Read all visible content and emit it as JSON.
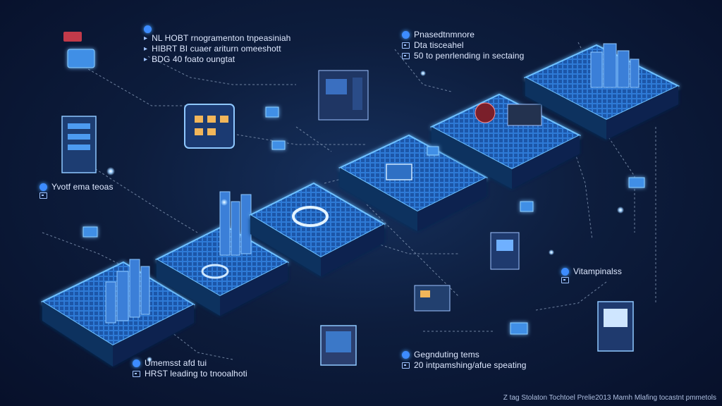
{
  "labels": {
    "top_left": {
      "line1": "NL HOBT rnogramenton tnpeasiniah",
      "line2": "HIBRT BI cuaer ariturn omeeshott",
      "line3": "BDG 40 foato oungtat"
    },
    "top_right": {
      "line1": "Pnasedtnmnore",
      "line2": "Dta tisceahel",
      "line3": "50 to penrlending in sectaing"
    },
    "mid_left": {
      "line1": "Yvotf ema teoas"
    },
    "mid_right": {
      "line1": "Vitampinalss"
    },
    "bottom_center": {
      "line1": "Umemsst afd tui",
      "line2": "HRST leading to tnooalhoti"
    },
    "bottom_right": {
      "line1": "Gegnduting tems",
      "line2": "20 intpamshing/afue speating"
    }
  },
  "footer": "Z tag Stolaton Tochtoel Prelie2013 Mamh Mlafing tocastnt pmmetols",
  "colors": {
    "background": "#0b1a38",
    "platform_top": "#3d8de8",
    "platform_grid": "#1f5fb8",
    "platform_side": "#0f2d5e",
    "glow": "#5fb4ff",
    "connector": "#8fa3c0"
  },
  "icons": [
    "folder-icon",
    "display-icon",
    "server-icon",
    "city-icon",
    "cube-icon",
    "machine-icon",
    "kiosk-icon"
  ]
}
